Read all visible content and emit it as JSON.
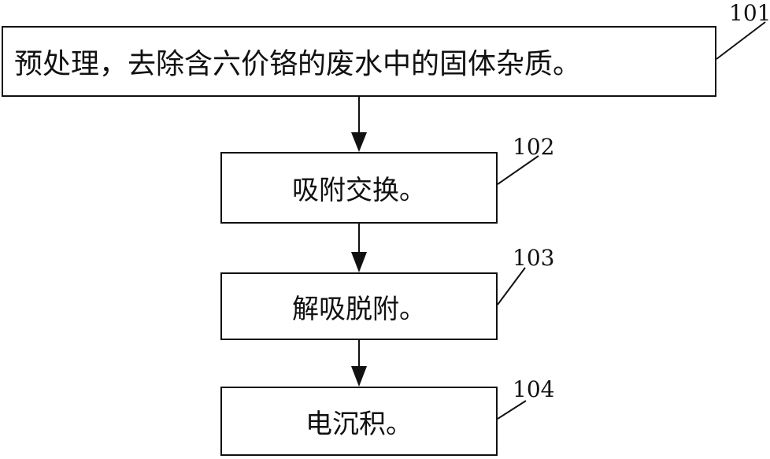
{
  "steps": [
    {
      "label": "预处理，去除含六价铬的废水中的固体杂质。",
      "ref": "101"
    },
    {
      "label": "吸附交换。",
      "ref": "102"
    },
    {
      "label": "解吸脱附。",
      "ref": "103"
    },
    {
      "label": "电沉积。",
      "ref": "104"
    }
  ]
}
